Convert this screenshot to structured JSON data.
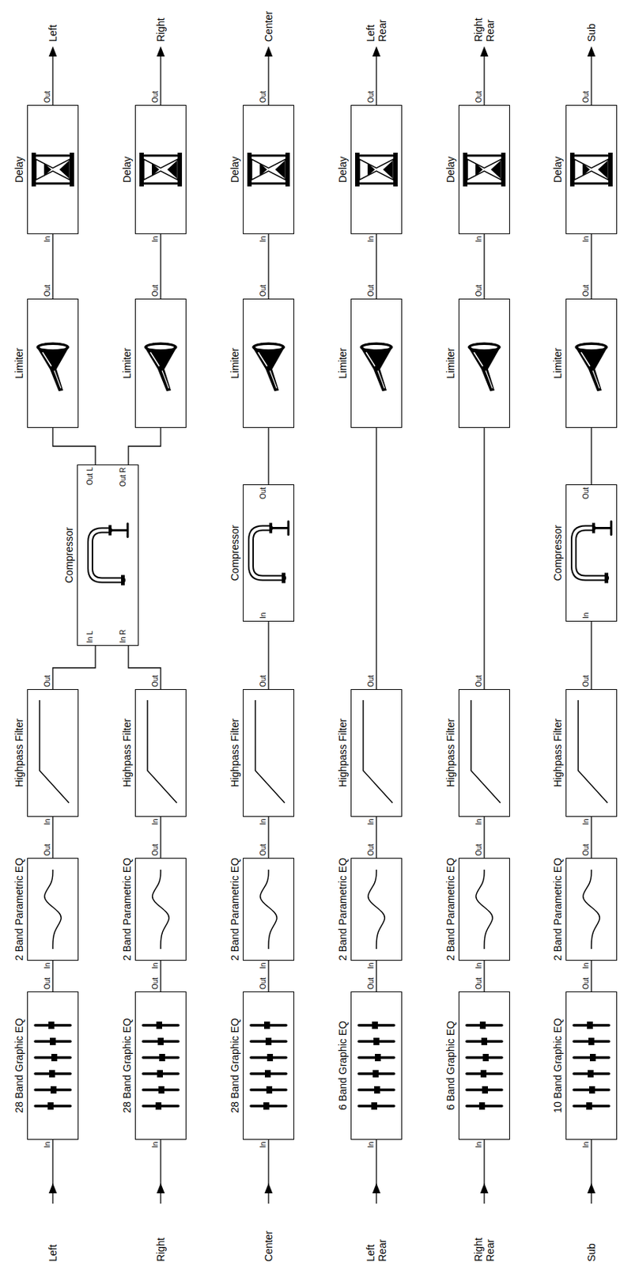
{
  "diagram": {
    "nodes": [
      {
        "text": [
          "28 Band Graphic EQ"
        ]
      },
      {
        "text": [
          "2 Band Parametric EQ"
        ]
      },
      {
        "text": [
          "Highpass Filter"
        ]
      },
      {
        "text": [
          "Compressor"
        ]
      },
      {
        "text": [
          "Limiter"
        ]
      },
      {
        "text": [
          "Delay"
        ]
      },
      {
        "text": [
          "28 Band Graphic EQ"
        ]
      },
      {
        "text": [
          "2 Band Parametric EQ"
        ]
      },
      {
        "text": [
          "Highpass Filter"
        ]
      },
      {
        "text": [
          "Limiter"
        ]
      },
      {
        "text": [
          "Delay"
        ]
      },
      {
        "text": [
          "28 Band Graphic EQ"
        ]
      },
      {
        "text": [
          "2 Band Parametric EQ"
        ]
      },
      {
        "text": [
          "Highpass Filter"
        ]
      },
      {
        "text": [
          "Compressor"
        ]
      },
      {
        "text": [
          "Limiter"
        ]
      },
      {
        "text": [
          "Delay"
        ]
      },
      {
        "text": [
          "6 Band Graphic EQ"
        ]
      },
      {
        "text": [
          "2 Band Parametric EQ"
        ]
      },
      {
        "text": [
          "Highpass Filter"
        ]
      },
      {
        "text": [
          "Limiter"
        ]
      },
      {
        "text": [
          "Delay"
        ]
      },
      {
        "text": [
          "6 Band Graphic EQ"
        ]
      },
      {
        "text": [
          "2 Band Parametric EQ"
        ]
      },
      {
        "text": [
          "Highpass Filter"
        ]
      },
      {
        "text": [
          "Limiter"
        ]
      },
      {
        "text": [
          "Delay"
        ]
      },
      {
        "text": [
          "10 Band Graphic EQ"
        ]
      },
      {
        "text": [
          "2 Band Parametric EQ"
        ]
      },
      {
        "text": [
          "Highpass Filter"
        ]
      },
      {
        "text": [
          "Compressor"
        ]
      },
      {
        "text": [
          "Limiter"
        ]
      },
      {
        "text": [
          "Delay"
        ]
      }
    ],
    "edges": [
      {
        "from": 0,
        "to": 1,
        "arrow": "none"
      },
      {
        "from": 1,
        "to": 2,
        "arrow": "none"
      },
      {
        "from": 2,
        "to": 3,
        "arrow": "none"
      },
      {
        "from": 3,
        "to": 4,
        "arrow": "none"
      },
      {
        "from": 4,
        "to": 5,
        "arrow": "none"
      },
      {
        "from": 6,
        "to": 7,
        "arrow": "none"
      },
      {
        "from": 7,
        "to": 8,
        "arrow": "none"
      },
      {
        "from": 8,
        "to": 3,
        "arrow": "none"
      },
      {
        "from": 3,
        "to": 9,
        "arrow": "none"
      },
      {
        "from": 9,
        "to": 10,
        "arrow": "none"
      },
      {
        "from": 11,
        "to": 12,
        "arrow": "none"
      },
      {
        "from": 12,
        "to": 13,
        "arrow": "none"
      },
      {
        "from": 13,
        "to": 14,
        "arrow": "none"
      },
      {
        "from": 14,
        "to": 15,
        "arrow": "none"
      },
      {
        "from": 15,
        "to": 16,
        "arrow": "none"
      },
      {
        "from": 17,
        "to": 18,
        "arrow": "none"
      },
      {
        "from": 18,
        "to": 19,
        "arrow": "none"
      },
      {
        "from": 19,
        "to": 20,
        "arrow": "none"
      },
      {
        "from": 20,
        "to": 21,
        "arrow": "none"
      },
      {
        "from": 22,
        "to": 23,
        "arrow": "none"
      },
      {
        "from": 23,
        "to": 24,
        "arrow": "none"
      },
      {
        "from": 24,
        "to": 25,
        "arrow": "none"
      },
      {
        "from": 25,
        "to": 26,
        "arrow": "none"
      },
      {
        "from": 27,
        "to": 28,
        "arrow": "none"
      },
      {
        "from": 28,
        "to": 29,
        "arrow": "none"
      },
      {
        "from": 29,
        "to": 30,
        "arrow": "none"
      },
      {
        "from": 30,
        "to": 31,
        "arrow": "none"
      },
      {
        "from": 31,
        "to": 32,
        "arrow": "none"
      }
    ],
    "labels": [
      "Left",
      "In",
      "Out",
      "In",
      "Out",
      "In",
      "Out",
      "In L",
      "Out L",
      "Out",
      "In",
      "Out",
      "Left",
      "Right",
      "In",
      "Out",
      "In",
      "Out",
      "In",
      "Out",
      "In R",
      "Out R",
      "Out",
      "In",
      "Out",
      "Right",
      "Center",
      "In",
      "Out",
      "In",
      "Out",
      "In",
      "Out",
      "In",
      "Out",
      "Out",
      "In",
      "Out",
      "Center",
      "Left Rear",
      "In",
      "Out",
      "In",
      "Out",
      "In",
      "Out",
      "Out",
      "In",
      "Out",
      "Left Rear",
      "Right Rear",
      "In",
      "Out",
      "In",
      "Out",
      "In",
      "Out",
      "Out",
      "In",
      "Out",
      "Right Rear",
      "Sub",
      "In",
      "Out",
      "In",
      "Out",
      "In",
      "Out",
      "In",
      "Out",
      "Out",
      "In",
      "Out",
      "Sub"
    ]
  }
}
